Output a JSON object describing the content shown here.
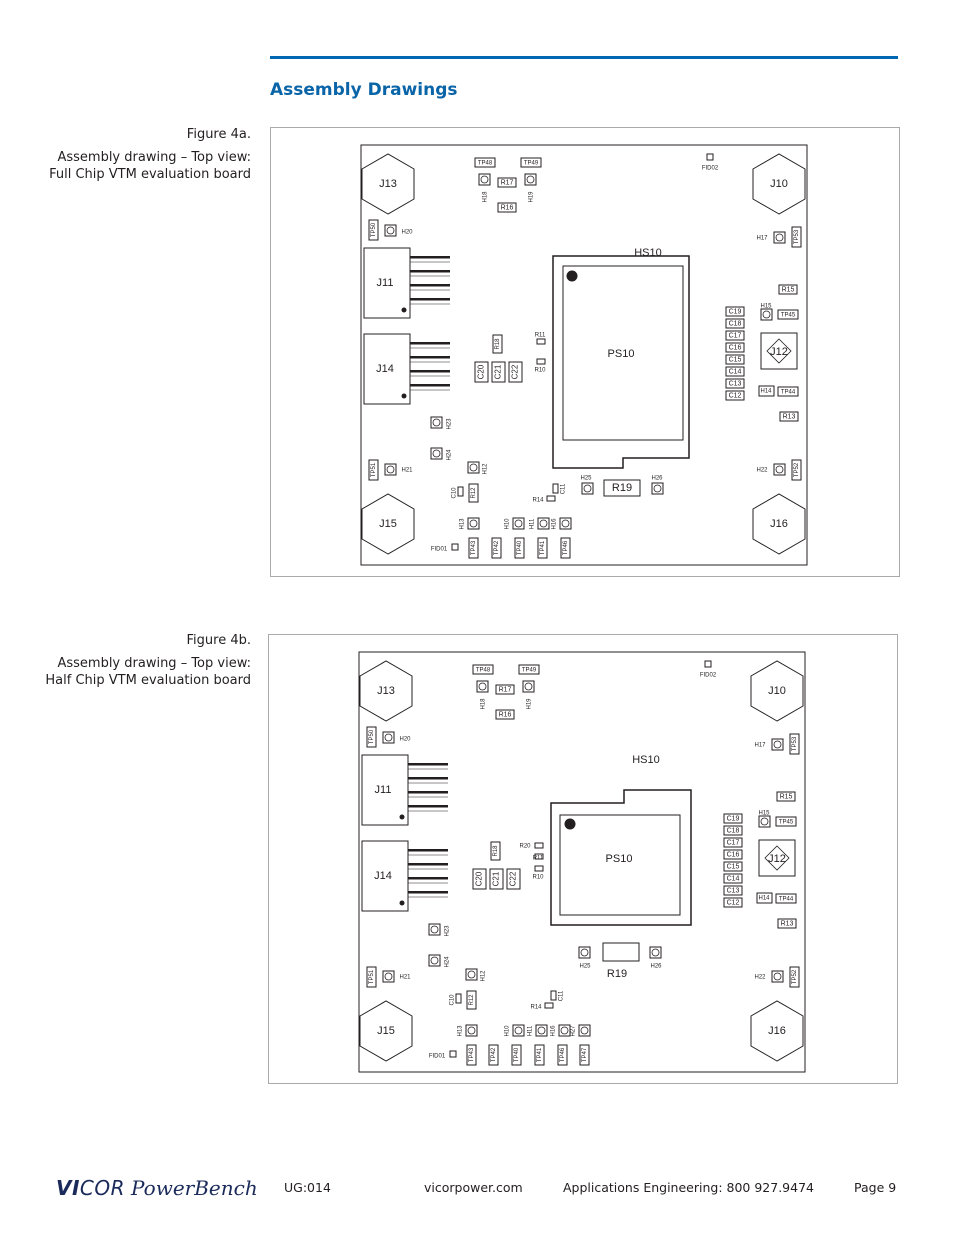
{
  "section": {
    "title": "Assembly Drawings"
  },
  "figures": [
    {
      "label": "Figure 4a.",
      "lines": [
        "Assembly drawing – Top view:",
        "Full Chip VTM evaluation board"
      ]
    },
    {
      "label": "Figure 4b.",
      "lines": [
        "Assembly drawing – Top view:",
        "Half Chip VTM evaluation board"
      ]
    }
  ],
  "board": {
    "connectors": {
      "j13": "J13",
      "j10": "J10",
      "j15": "J15",
      "j16": "J16",
      "j11": "J11",
      "j14": "J14",
      "j12": "J12"
    },
    "heatsink": "HS10",
    "module": "PS10",
    "fiducials": {
      "fid01": "FID01",
      "fid02": "FID02"
    },
    "caps_stack": [
      "C19",
      "C18",
      "C17",
      "C16",
      "C15",
      "C14",
      "C13",
      "C12"
    ],
    "caps_mid": [
      "C20",
      "C21",
      "C22"
    ],
    "parts": {
      "tp48": "TP48",
      "tp49": "TP49",
      "tp50": "TP50",
      "tp51": "TP51",
      "tp52": "TP52",
      "tp53": "TP53",
      "tp45": "TP45",
      "tp44": "TP44",
      "tp43": "TP43",
      "tp42": "TP42",
      "tp40": "TP40",
      "tp41": "TP41",
      "tp46": "TP46",
      "tp47": "TP47",
      "r17": "R17",
      "r16": "R16",
      "r15": "R15",
      "r14": "R14",
      "r13": "R13",
      "r12": "R12",
      "r11": "R11",
      "r10": "R10",
      "r18": "R18",
      "r19": "R19",
      "r20": "R20",
      "h18": "H18",
      "h19": "H19",
      "h20": "H20",
      "h17": "H17",
      "h15": "H15",
      "h14": "H14",
      "h23": "H23",
      "h24": "H24",
      "h12": "H12",
      "h21": "H21",
      "h22": "H22",
      "h25": "H25",
      "h26": "H26",
      "h13": "H13",
      "h10": "H10",
      "h11": "H11",
      "h16": "H16",
      "h27": "H27",
      "c10": "C10",
      "c11": "C11"
    }
  },
  "footer": {
    "logo_vi": "VI",
    "logo_cor": "COR",
    "logo_pb": "PowerBench",
    "doc_id": "UG:014",
    "website": "vicorpower.com",
    "apps": "Applications Engineering: 800 927.9474",
    "page": "Page 9"
  }
}
